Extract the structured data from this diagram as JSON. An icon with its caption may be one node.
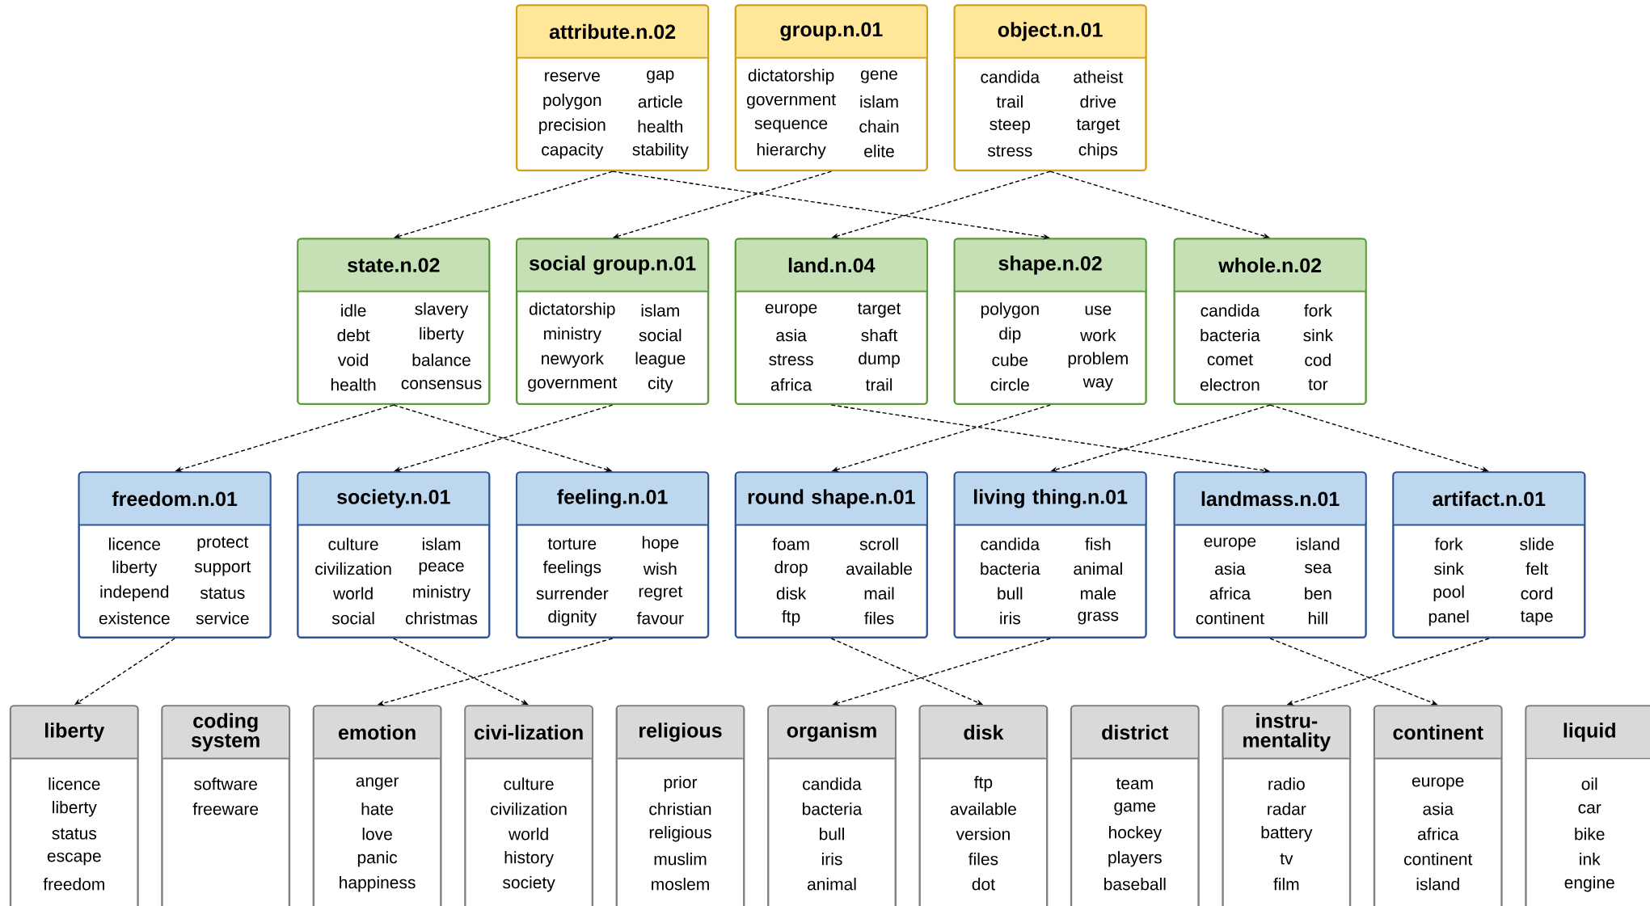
{
  "diagram": {
    "nodes": [
      {
        "text": [
          "attribute.n.02",
          "reserve",
          "gap",
          "polygon",
          "article",
          "precision",
          "health",
          "capacity",
          "stability"
        ]
      },
      {
        "text": [
          "group.n.01",
          "dictatorship",
          "gene",
          "government",
          "islam",
          "sequence",
          "chain",
          "hierarchy",
          "elite"
        ]
      },
      {
        "text": [
          "object.n.01",
          "candida",
          "atheist",
          "trail",
          "drive",
          "steep",
          "target",
          "stress",
          "chips"
        ]
      },
      {
        "text": [
          "state.n.02",
          "idle",
          "slavery",
          "debt",
          "liberty",
          "void",
          "balance",
          "health",
          "consensus"
        ]
      },
      {
        "text": [
          "social group.n.01",
          "dictatorship",
          "islam",
          "ministry",
          "social",
          "newyork",
          "league",
          "government",
          "city"
        ]
      },
      {
        "text": [
          "land.n.04",
          "europe",
          "target",
          "asia",
          "shaft",
          "stress",
          "dump",
          "africa",
          "trail"
        ]
      },
      {
        "text": [
          "shape.n.02",
          "polygon",
          "use",
          "dip",
          "work",
          "cube",
          "problem",
          "circle",
          "way"
        ]
      },
      {
        "text": [
          "whole.n.02",
          "candida",
          "fork",
          "bacteria",
          "sink",
          "comet",
          "cod",
          "electron",
          "tor"
        ]
      },
      {
        "text": [
          "freedom.n.01",
          "licence",
          "protect",
          "liberty",
          "support",
          "independ",
          "status",
          "existence",
          "service"
        ]
      },
      {
        "text": [
          "society.n.01",
          "culture",
          "islam",
          "civilization",
          "peace",
          "world",
          "ministry",
          "social",
          "christmas"
        ]
      },
      {
        "text": [
          "feeling.n.01",
          "torture",
          "hope",
          "feelings",
          "wish",
          "surrender",
          "regret",
          "dignity",
          "favour"
        ]
      },
      {
        "text": [
          "round shape.n.01",
          "foam",
          "scroll",
          "drop",
          "available",
          "disk",
          "mail",
          "ftp",
          "files"
        ]
      },
      {
        "text": [
          "living thing.n.01",
          "candida",
          "fish",
          "bacteria",
          "animal",
          "bull",
          "male",
          "iris",
          "grass"
        ]
      },
      {
        "text": [
          "landmass.n.01",
          "europe",
          "island",
          "asia",
          "sea",
          "africa",
          "ben",
          "continent",
          "hill"
        ]
      },
      {
        "text": [
          "artifact.n.01",
          "fork",
          "slide",
          "sink",
          "felt",
          "pool",
          "cord",
          "panel",
          "tape"
        ]
      },
      {
        "text": [
          "liberty",
          "licence",
          "liberty",
          "status",
          "escape",
          "freedom"
        ]
      },
      {
        "text": [
          "coding system",
          "software",
          "freeware"
        ]
      },
      {
        "text": [
          "emotion",
          "anger",
          "hate",
          "love",
          "panic",
          "happiness"
        ]
      },
      {
        "text": [
          "civi-lization",
          "culture",
          "civilization",
          "world",
          "history",
          "society"
        ]
      },
      {
        "text": [
          "religious",
          "prior",
          "christian",
          "religious",
          "muslim",
          "moslem"
        ]
      },
      {
        "text": [
          "organism",
          "candida",
          "bacteria",
          "bull",
          "iris",
          "animal"
        ]
      },
      {
        "text": [
          "disk",
          "ftp",
          "available",
          "version",
          "files",
          "dot"
        ]
      },
      {
        "text": [
          "district",
          "team",
          "game",
          "hockey",
          "players",
          "baseball"
        ]
      },
      {
        "text": [
          "instru-mentality",
          "radio",
          "radar",
          "battery",
          "tv",
          "film"
        ]
      },
      {
        "text": [
          "continent",
          "europe",
          "asia",
          "africa",
          "continent",
          "island"
        ]
      },
      {
        "text": [
          "liquid",
          "oil",
          "car",
          "bike",
          "ink",
          "engine"
        ]
      }
    ],
    "edges": [
      {
        "from": 0,
        "to": 3,
        "arrow": "to"
      },
      {
        "from": 0,
        "to": 6,
        "arrow": "to"
      },
      {
        "from": 1,
        "to": 4,
        "arrow": "to"
      },
      {
        "from": 2,
        "to": 5,
        "arrow": "to"
      },
      {
        "from": 2,
        "to": 7,
        "arrow": "to"
      },
      {
        "from": 3,
        "to": 8,
        "arrow": "to"
      },
      {
        "from": 3,
        "to": 10,
        "arrow": "to"
      },
      {
        "from": 4,
        "to": 9,
        "arrow": "to"
      },
      {
        "from": 5,
        "to": 13,
        "arrow": "to"
      },
      {
        "from": 6,
        "to": 11,
        "arrow": "to"
      },
      {
        "from": 7,
        "to": 12,
        "arrow": "to"
      },
      {
        "from": 7,
        "to": 14,
        "arrow": "to"
      },
      {
        "from": 8,
        "to": 15,
        "arrow": "to"
      },
      {
        "from": 9,
        "to": 18,
        "arrow": "to"
      },
      {
        "from": 10,
        "to": 17,
        "arrow": "to"
      },
      {
        "from": 11,
        "to": 21,
        "arrow": "to"
      },
      {
        "from": 12,
        "to": 20,
        "arrow": "to"
      },
      {
        "from": 13,
        "to": 24,
        "arrow": "to"
      },
      {
        "from": 14,
        "to": 23,
        "arrow": "to"
      }
    ]
  }
}
